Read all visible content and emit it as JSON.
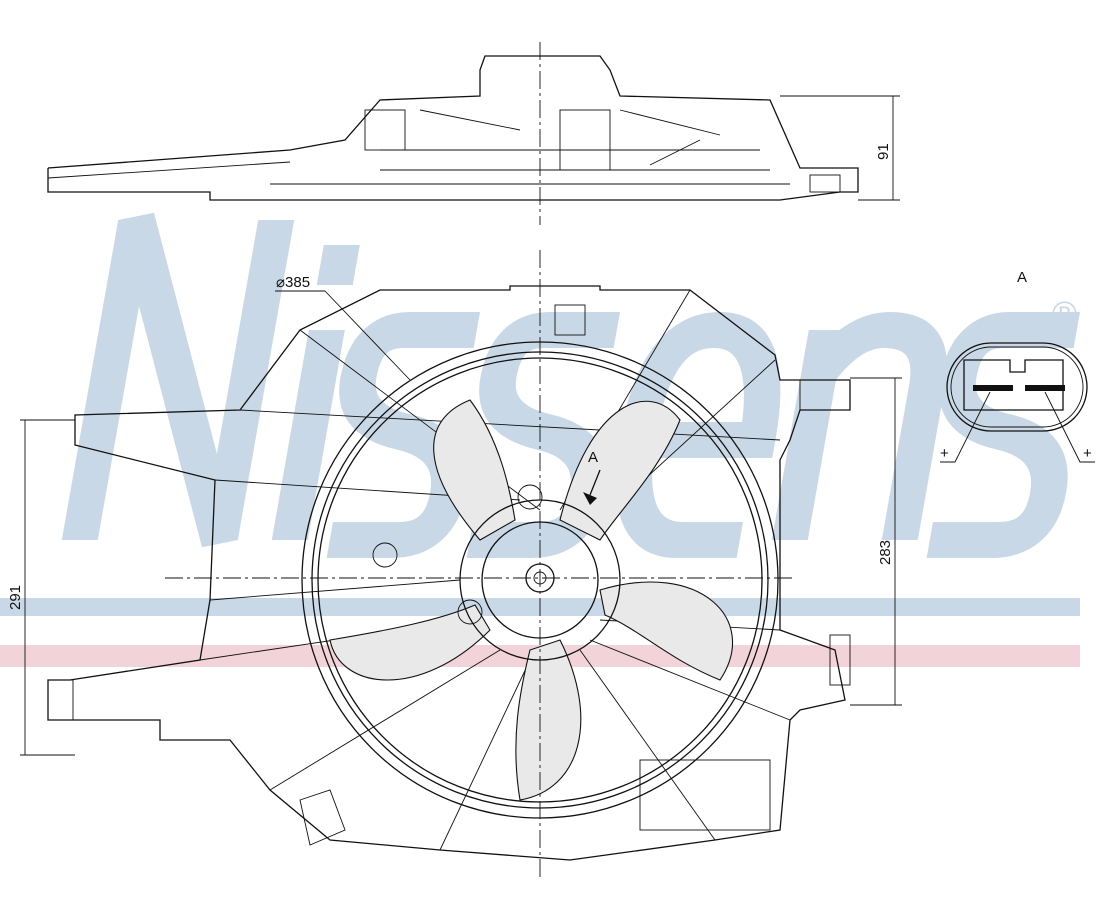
{
  "watermark": {
    "brand": "Nissens",
    "registered": "®",
    "stripe_blue": "#c9d8e6",
    "stripe_red": "#f3d3da"
  },
  "dimensions": {
    "fan_diameter": "⌀385",
    "side_height": "91",
    "height_inner": "283",
    "height_outer": "291"
  },
  "connector": {
    "view_label": "A",
    "pin_left": "+",
    "pin_right": "+"
  },
  "arrow_label": "A"
}
